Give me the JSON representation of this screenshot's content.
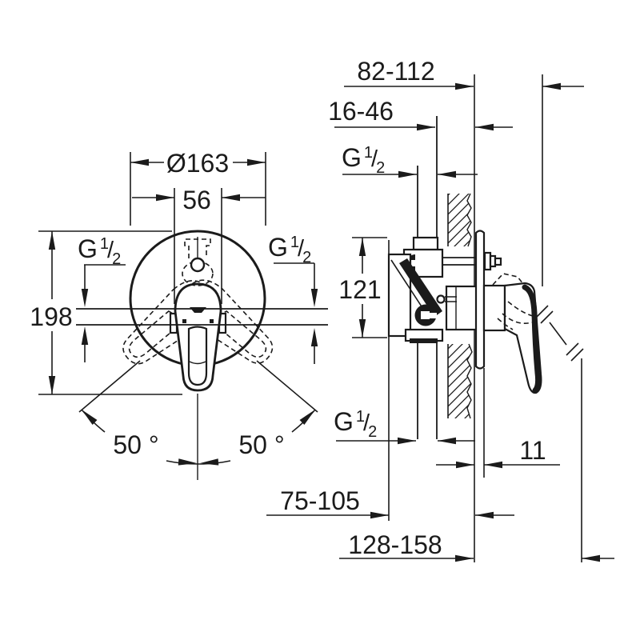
{
  "drawing": {
    "front_view": {
      "diameter": "Ø163",
      "cartridge_width": "56",
      "height": "198",
      "swivel_angle_left": "50 °",
      "swivel_angle_right": "50 °"
    },
    "side_view": {
      "wall_to_handle": "82-112",
      "rough_in_depth": "16-46",
      "connection_distance": "121",
      "escutcheon_depth": "11",
      "body_to_wall": "75-105",
      "total_depth": "128-158"
    },
    "thread_label": {
      "base": "G",
      "numerator": "1",
      "slash": "/",
      "denominator": "2"
    }
  }
}
